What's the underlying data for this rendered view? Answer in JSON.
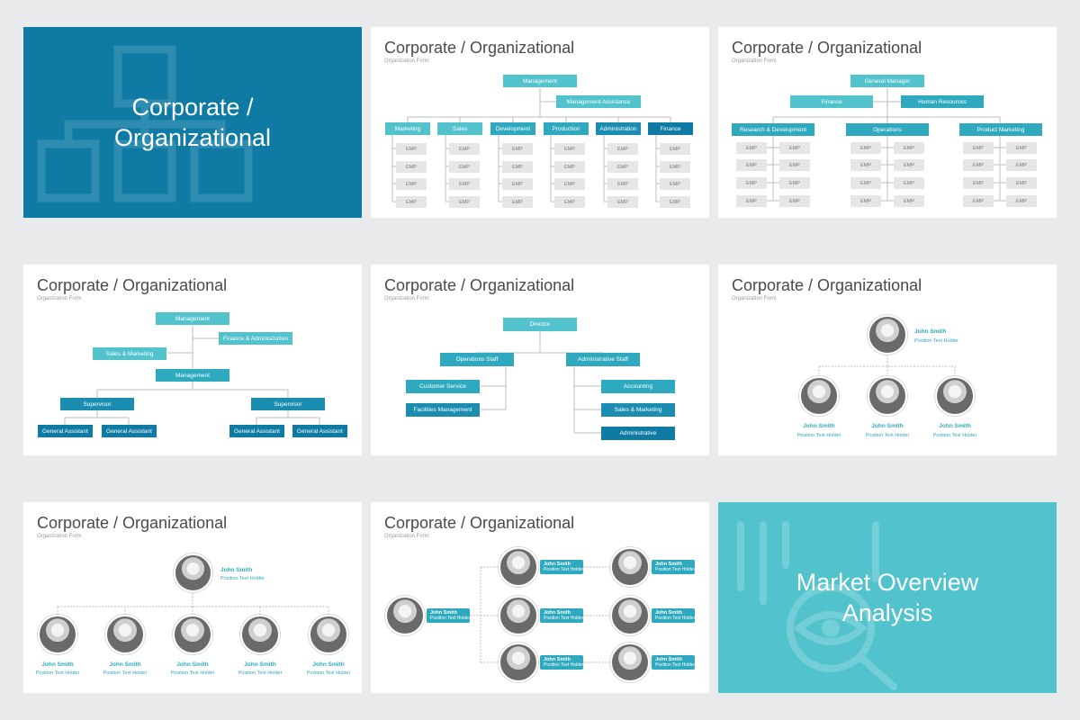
{
  "colors": {
    "background": "#e9eaeb",
    "cover_blue": "#0f7aa3",
    "cover_teal": "#52c2cd",
    "box_light": "#52c2cd",
    "box_mid": "#2fa9bf",
    "box_dark": "#0f7aa3"
  },
  "common": {
    "title": "Corporate / Organizational",
    "subtitle": "Organization Form"
  },
  "s1": {
    "title_line1": "Corporate /",
    "title_line2": "Organizational"
  },
  "s2": {
    "top": "Management",
    "assist": "Management Assistance",
    "depts": [
      "Marketing",
      "Sales",
      "Development",
      "Production",
      "Administration",
      "Finance"
    ],
    "emp": "EMP"
  },
  "s3": {
    "top": "General Manager",
    "left": "Finance",
    "right": "Human Resources",
    "depts": [
      "Research & Development",
      "Operations",
      "Product Marketing"
    ],
    "emp": "EMP"
  },
  "s4": {
    "top": "Management",
    "finance": "Finance & Administration",
    "sales": "Sales & Marketing",
    "mid": "Management",
    "supervisors": [
      "Supervisor",
      "Supervisor"
    ],
    "assistants": [
      "General Assistant",
      "General Assistant",
      "General Assistant",
      "General Assistant"
    ]
  },
  "s5": {
    "top": "Director",
    "ops": "Operations Staff",
    "admin": "Administrative Staff",
    "left_items": [
      "Customer Service",
      "Facilities Management"
    ],
    "right_items": [
      "Accounting",
      "Sales & Marketing",
      "Administrative"
    ]
  },
  "person": {
    "name": "John Smith",
    "position": "Position Text Holder"
  },
  "s9": {
    "line1": "Market Overview",
    "line2": "Analysis"
  }
}
